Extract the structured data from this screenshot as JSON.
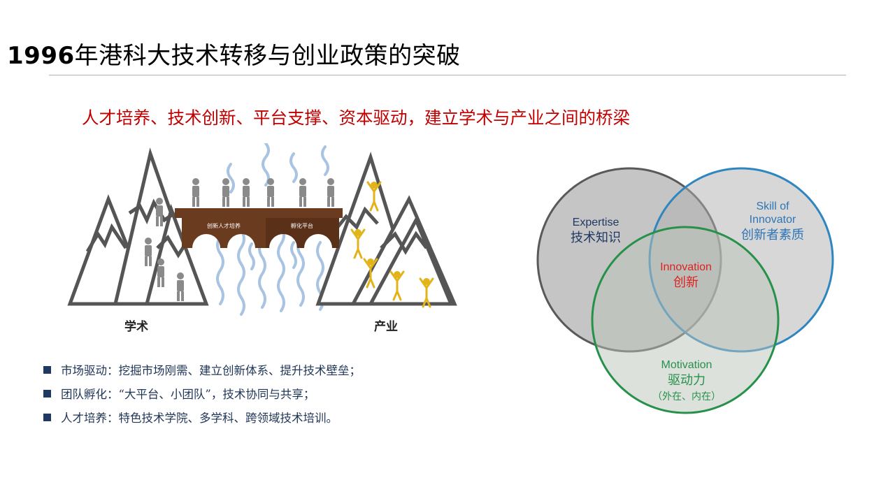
{
  "slide": {
    "title_year": "1996",
    "title_rest": "年港科大技术转移与创业政策的突破",
    "subtitle": "人才培养、技术创新、平台支撑、资本驱动，建立学术与产业之间的桥梁"
  },
  "illustration": {
    "bridge_left_label": "创新人才培养",
    "bridge_right_label": "孵化平台",
    "academia_label": "学术",
    "industry_label": "产业",
    "colors": {
      "mountain": "#555555",
      "bridge": "#6b3b1f",
      "person_gray": "#8a8a8a",
      "person_gold": "#e2b41a",
      "river": "#a9c3e3"
    }
  },
  "venn": {
    "expertise_en": "Expertise",
    "expertise_zh": "技术知识",
    "skill_en_line1": "Skill of",
    "skill_en_line2": "Innovator",
    "skill_zh": "创新者素质",
    "innovation_en": "Innovation",
    "innovation_zh": "创新",
    "motivation_en": "Motivation",
    "motivation_zh": "驱动力",
    "motivation_note": "（外在、内在）",
    "colors": {
      "expertise": "#595959",
      "skill": "#2e86c1",
      "motivation": "#27914a",
      "innovation": "#e02020",
      "text_dark": "#1f3864"
    }
  },
  "bullets": [
    {
      "text": "市场驱动：挖掘市场刚需、建立创新体系、提升技术壁垒；"
    },
    {
      "text": "团队孵化：“大平台、小团队”，技术协同与共享；"
    },
    {
      "text": "人才培养：特色技术学院、多学科、跨领域技术培训。"
    }
  ]
}
